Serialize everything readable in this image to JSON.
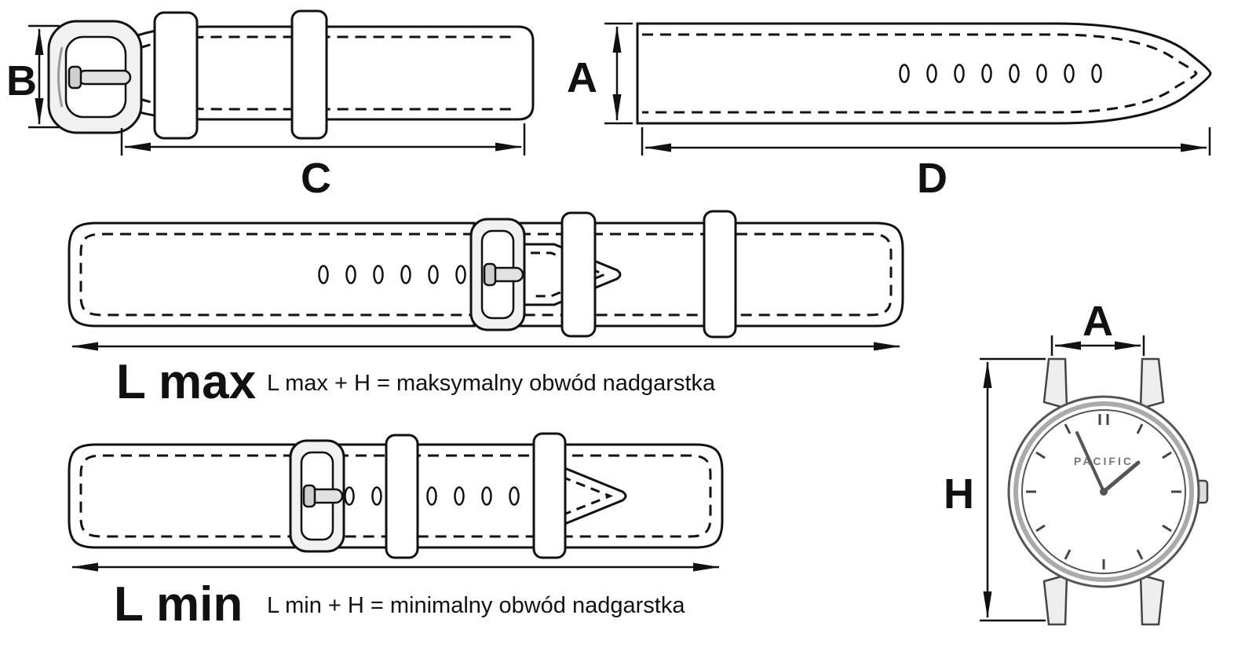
{
  "diagram": {
    "dimensions": {
      "b_label": "B",
      "c_label": "C",
      "a_strap_label": "A",
      "d_label": "D",
      "a_watch_label": "A",
      "h_label": "H"
    },
    "lmax": {
      "label": "L max",
      "formula": "L max + H  = maksymalny obwód nadgarstka"
    },
    "lmin": {
      "label": "L min",
      "formula": "L min + H  = minimalny obwód nadgarstka"
    },
    "watch": {
      "brand": "PACIFIC"
    },
    "colors": {
      "line": "#111111",
      "background": "#ffffff",
      "metal": "#e2e2e2"
    }
  }
}
